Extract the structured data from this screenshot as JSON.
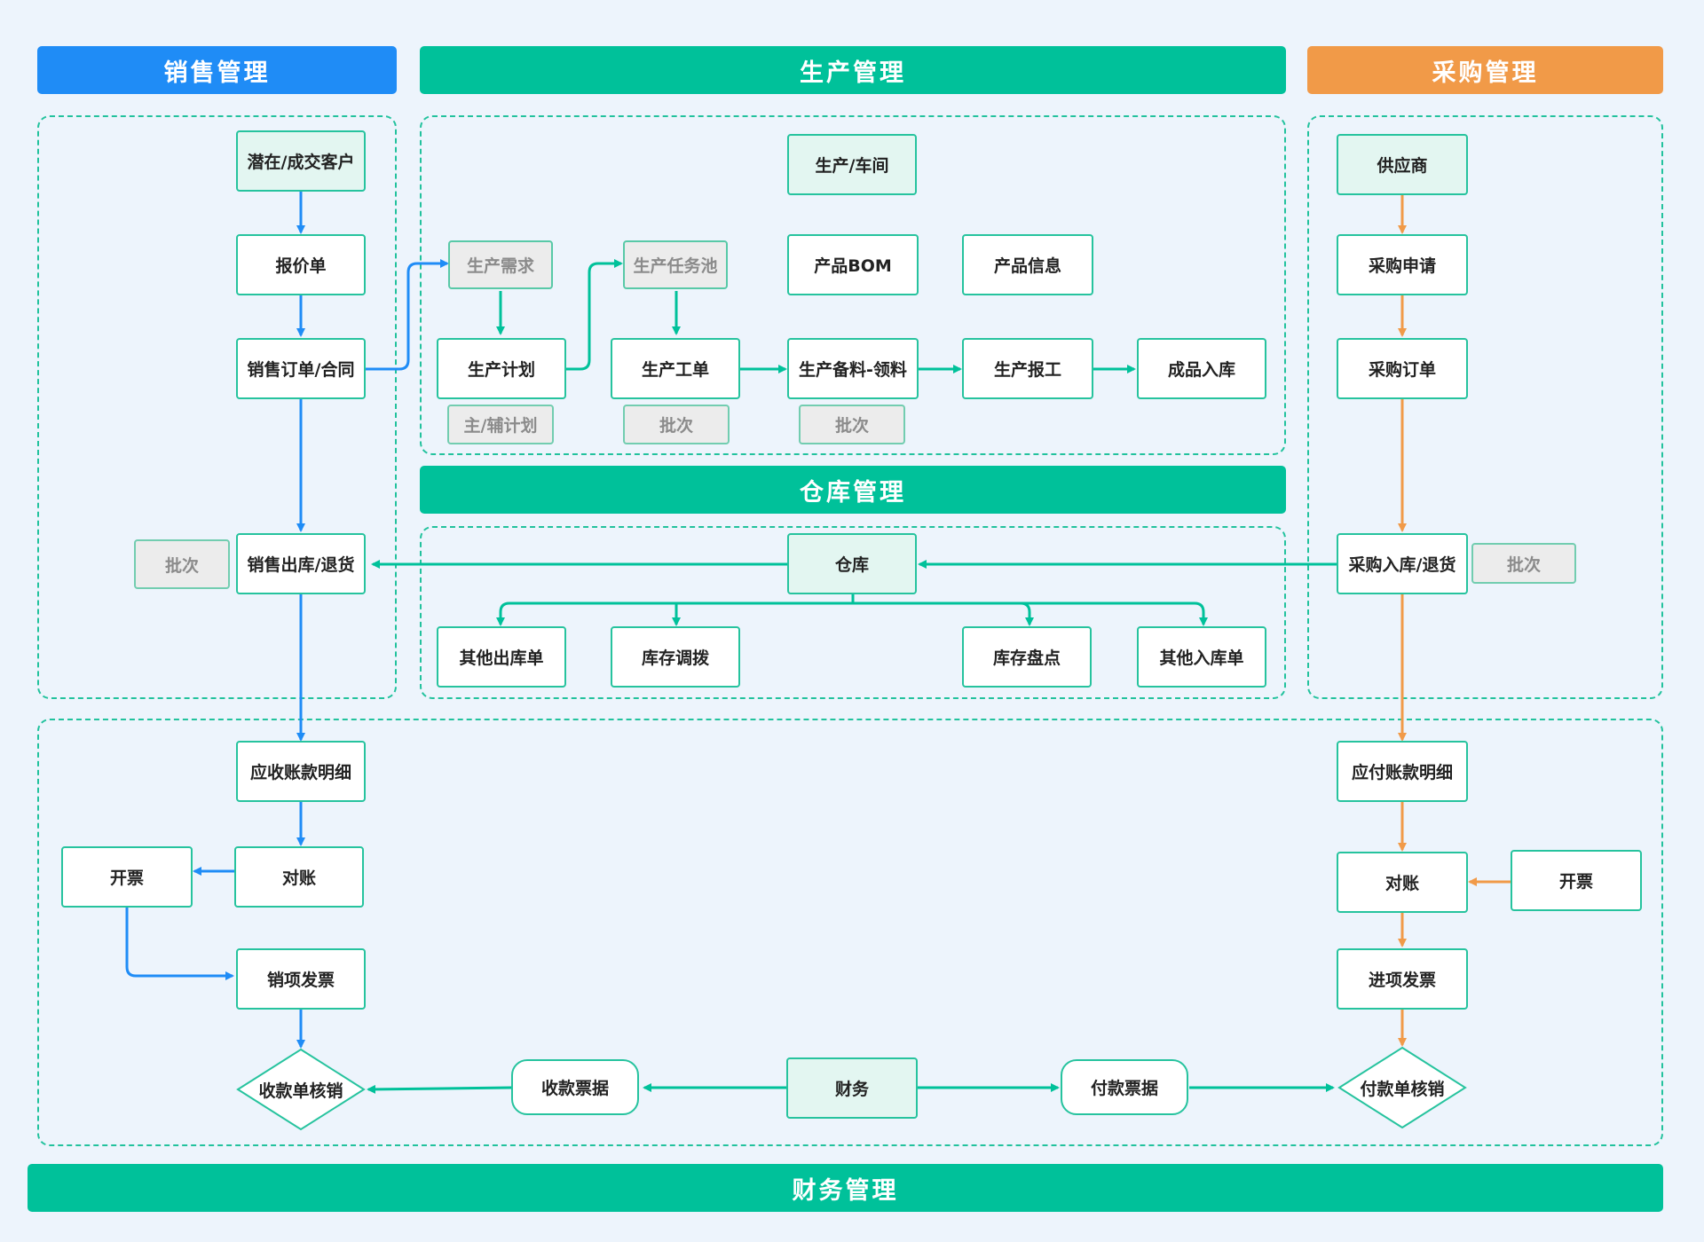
{
  "headers": {
    "sales": "销售管理",
    "production": "生产管理",
    "purchase": "采购管理",
    "warehouse": "仓库管理",
    "finance": "财务管理"
  },
  "sales": {
    "customer": "潜在/成交客户",
    "quote": "报价单",
    "order": "销售订单/合同",
    "outbound": "销售出库/退货",
    "batch": "批次"
  },
  "production": {
    "workshop": "生产/车间",
    "demand": "生产需求",
    "task_pool": "生产任务池",
    "bom": "产品BOM",
    "product_info": "产品信息",
    "plan": "生产计划",
    "work_order": "生产工单",
    "material": "生产备料-领料",
    "report": "生产报工",
    "finished_in": "成品入库",
    "plan_tag": "主/辅计划",
    "batch1": "批次",
    "batch2": "批次"
  },
  "purchase": {
    "supplier": "供应商",
    "request": "采购申请",
    "order": "采购订单",
    "inbound": "采购入库/退货",
    "batch": "批次"
  },
  "warehouse": {
    "warehouse": "仓库",
    "other_out": "其他出库单",
    "transfer": "库存调拨",
    "stocktake": "库存盘点",
    "other_in": "其他入库单"
  },
  "finance": {
    "receivable": "应收账款明细",
    "reconcile_ar": "对账",
    "invoice_ar": "开票",
    "sales_invoice": "销项发票",
    "receipt_writeoff": "收款单核销",
    "receipt_bill": "收款票据",
    "finance": "财务",
    "payment_bill": "付款票据",
    "payment_writeoff": "付款单核销",
    "payable": "应付账款明细",
    "reconcile_ap": "对账",
    "invoice_ap": "开票",
    "purchase_invoice": "进项发票"
  },
  "colors": {
    "sales": "#1f8cf6",
    "teal": "#00c19a",
    "purchase": "#f19a48",
    "background": "#edf4fc"
  }
}
